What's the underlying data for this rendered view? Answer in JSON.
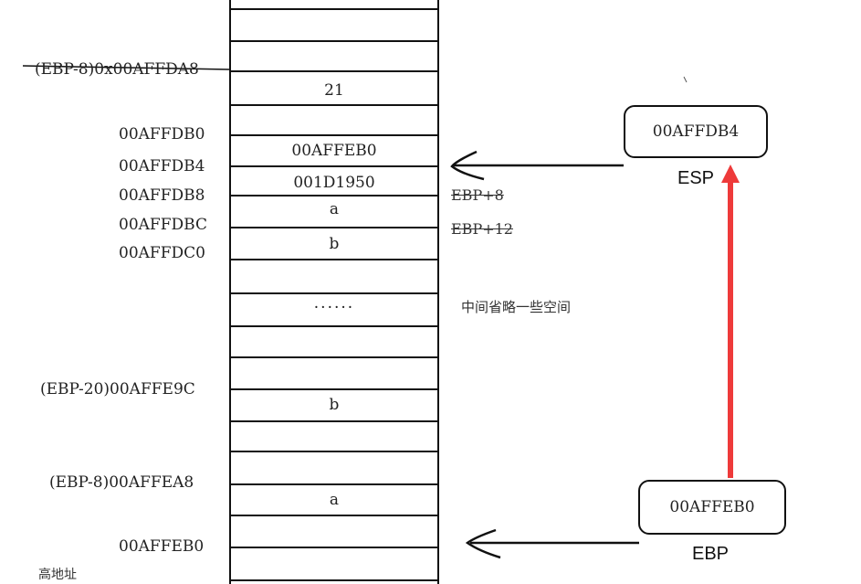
{
  "stack": {
    "cells": {
      "c_21": "21",
      "c_ebp_saved": "00AFFEB0",
      "c_ret": "001D1950",
      "c_a_top": "a",
      "c_b_top": "b",
      "c_dots": "······",
      "c_b_bottom": "b",
      "c_a_bottom": "a"
    }
  },
  "addresses": {
    "ebp_minus_8_top": "(EBP-8)0x00AFFDA8",
    "a_db0": "00AFFDB0",
    "a_db4": "00AFFDB4",
    "a_db8": "00AFFDB8",
    "a_dbc": "00AFFDBC",
    "a_dc0": "00AFFDC0",
    "ebp_minus_20": "(EBP-20)00AFFE9C",
    "ebp_minus_8_bottom": "(EBP-8)00AFFEA8",
    "a_eb0": "00AFFEB0",
    "high_addr": "高地址"
  },
  "notes": {
    "ebp_plus_8": "EBP+8",
    "ebp_plus_12": "EBP+12",
    "omitted": "中间省略一些空间"
  },
  "registers": {
    "esp_value": "00AFFDB4",
    "esp_label": "ESP",
    "ebp_value": "00AFFEB0",
    "ebp_label": "EBP"
  },
  "colors": {
    "line": "#111111",
    "red_arrow": "#ee3a3a"
  },
  "icons": [
    "arrow-left-icon",
    "arrow-up-icon"
  ]
}
